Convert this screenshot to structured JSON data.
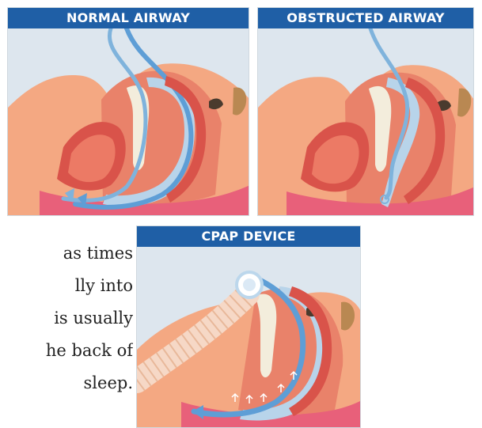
{
  "panels": [
    {
      "title": "NORMAL AIRWAY"
    },
    {
      "title": "OBSTRUCTED AIRWAY"
    },
    {
      "title": "CPAP DEVICE"
    }
  ],
  "text_lines": [
    "as times",
    "lly into",
    "is usually",
    "he back of",
    "sleep."
  ],
  "colors": {
    "header": "#1f5fa6",
    "background": "#dde6ee",
    "skin": "#f4a882",
    "tissue": "#d9534a",
    "gum": "#e8607a",
    "airflow": "#7fb3dc"
  }
}
